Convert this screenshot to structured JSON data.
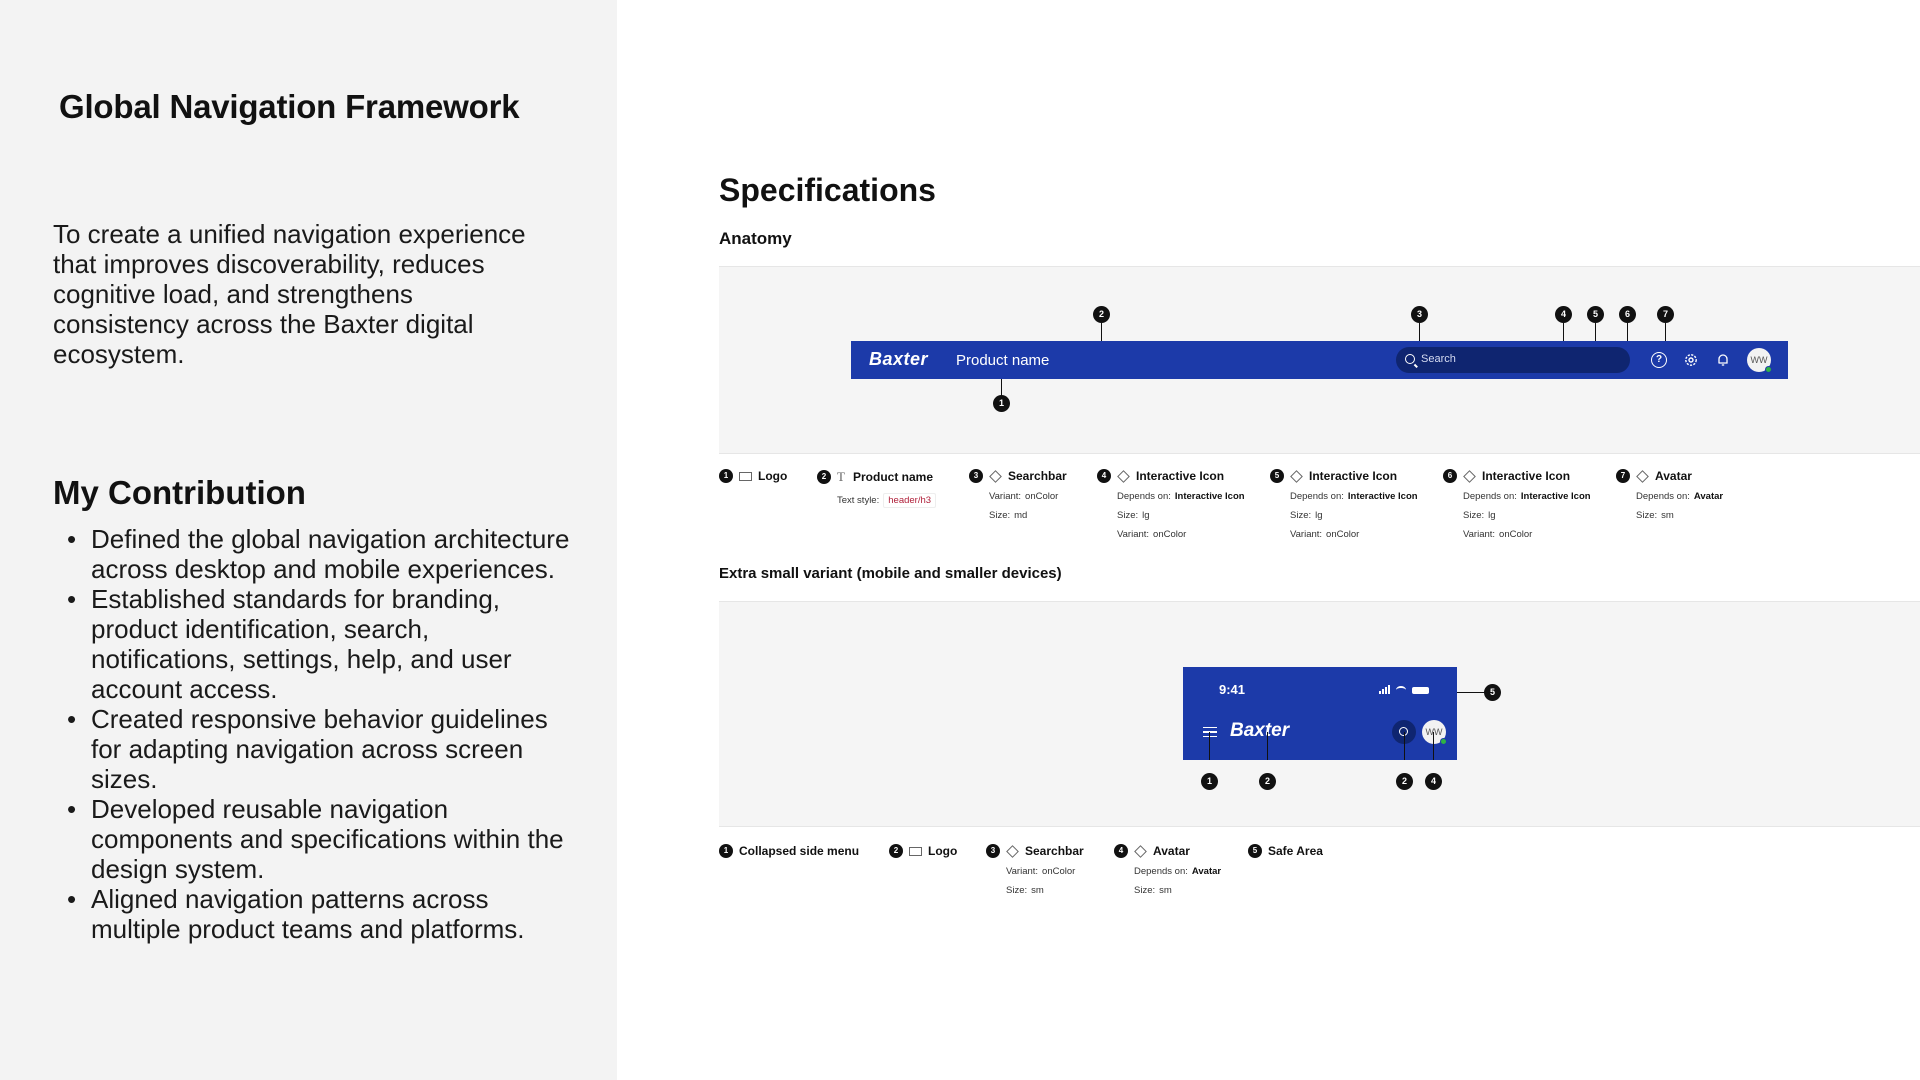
{
  "left": {
    "title": "Global Navigation Framework",
    "intro": "To create a unified navigation experience that improves discoverability, reduces cognitive load, and strengthens consistency across the Baxter digital ecosystem.",
    "contribution_title": "My Contribution",
    "contributions": [
      "Defined the global navigation architecture across desktop and mobile experiences.",
      "Established standards for branding, product identification, search, notifications, settings, help, and user account access.",
      "Created responsive behavior guidelines for adapting navigation across screen sizes.",
      "Developed reusable navigation components and specifications within the design system.",
      "Aligned navigation patterns across multiple product teams and platforms."
    ]
  },
  "specs": {
    "title": "Specifications",
    "anatomy_label": "Anatomy",
    "xs_label": "Extra small variant (mobile and smaller devices)"
  },
  "desktop_nav": {
    "logo": "Baxter",
    "product_name": "Product name",
    "search_placeholder": "Search",
    "help_glyph": "?",
    "avatar_initials": "WW",
    "colors": {
      "bar": "#1c3aa9",
      "search": "#0f2570",
      "online": "#2fb344"
    }
  },
  "desktop_markers": [
    "1",
    "2",
    "3",
    "4",
    "5",
    "6",
    "7"
  ],
  "desktop_legend": [
    {
      "num": "1",
      "icon": "frame-icon",
      "label": "Logo",
      "props": []
    },
    {
      "num": "2",
      "icon": "text-icon",
      "label": "Product name",
      "props": [
        {
          "key": "Text style:",
          "value": "header/h3",
          "style": "token"
        }
      ]
    },
    {
      "num": "3",
      "icon": "diamond-icon",
      "label": "Searchbar",
      "props": [
        {
          "key": "Variant:",
          "value": "onColor"
        },
        {
          "key": "Size:",
          "value": "md"
        }
      ]
    },
    {
      "num": "4",
      "icon": "diamond-icon",
      "label": "Interactive Icon",
      "props": [
        {
          "key": "Depends on:",
          "value": "Interactive Icon",
          "style": "strong"
        },
        {
          "key": "Size:",
          "value": "lg"
        },
        {
          "key": "Variant:",
          "value": "onColor"
        }
      ]
    },
    {
      "num": "5",
      "icon": "diamond-icon",
      "label": "Interactive Icon",
      "props": [
        {
          "key": "Depends on:",
          "value": "Interactive Icon",
          "style": "strong"
        },
        {
          "key": "Size:",
          "value": "lg"
        },
        {
          "key": "Variant:",
          "value": "onColor"
        }
      ]
    },
    {
      "num": "6",
      "icon": "diamond-icon",
      "label": "Interactive Icon",
      "props": [
        {
          "key": "Depends on:",
          "value": "Interactive Icon",
          "style": "strong"
        },
        {
          "key": "Size:",
          "value": "lg"
        },
        {
          "key": "Variant:",
          "value": "onColor"
        }
      ]
    },
    {
      "num": "7",
      "icon": "diamond-icon",
      "label": "Avatar",
      "props": [
        {
          "key": "Depends on:",
          "value": "Avatar",
          "style": "strong"
        },
        {
          "key": "Size:",
          "value": "sm"
        }
      ]
    }
  ],
  "mobile_nav": {
    "time": "9:41",
    "logo": "Baxter",
    "avatar_initials": "WW"
  },
  "mobile_markers": [
    "1",
    "2",
    "2",
    "4",
    "5"
  ],
  "mobile_legend": [
    {
      "num": "1",
      "icon": "",
      "label": "Collapsed side menu",
      "props": []
    },
    {
      "num": "2",
      "icon": "frame-icon",
      "label": "Logo",
      "props": []
    },
    {
      "num": "3",
      "icon": "diamond-icon",
      "label": "Searchbar",
      "props": [
        {
          "key": "Variant:",
          "value": "onColor"
        },
        {
          "key": "Size:",
          "value": "sm"
        }
      ]
    },
    {
      "num": "4",
      "icon": "diamond-icon",
      "label": "Avatar",
      "props": [
        {
          "key": "Depends on:",
          "value": "Avatar",
          "style": "strong"
        },
        {
          "key": "Size:",
          "value": "sm"
        }
      ]
    },
    {
      "num": "5",
      "icon": "",
      "label": "Safe Area",
      "props": []
    }
  ]
}
